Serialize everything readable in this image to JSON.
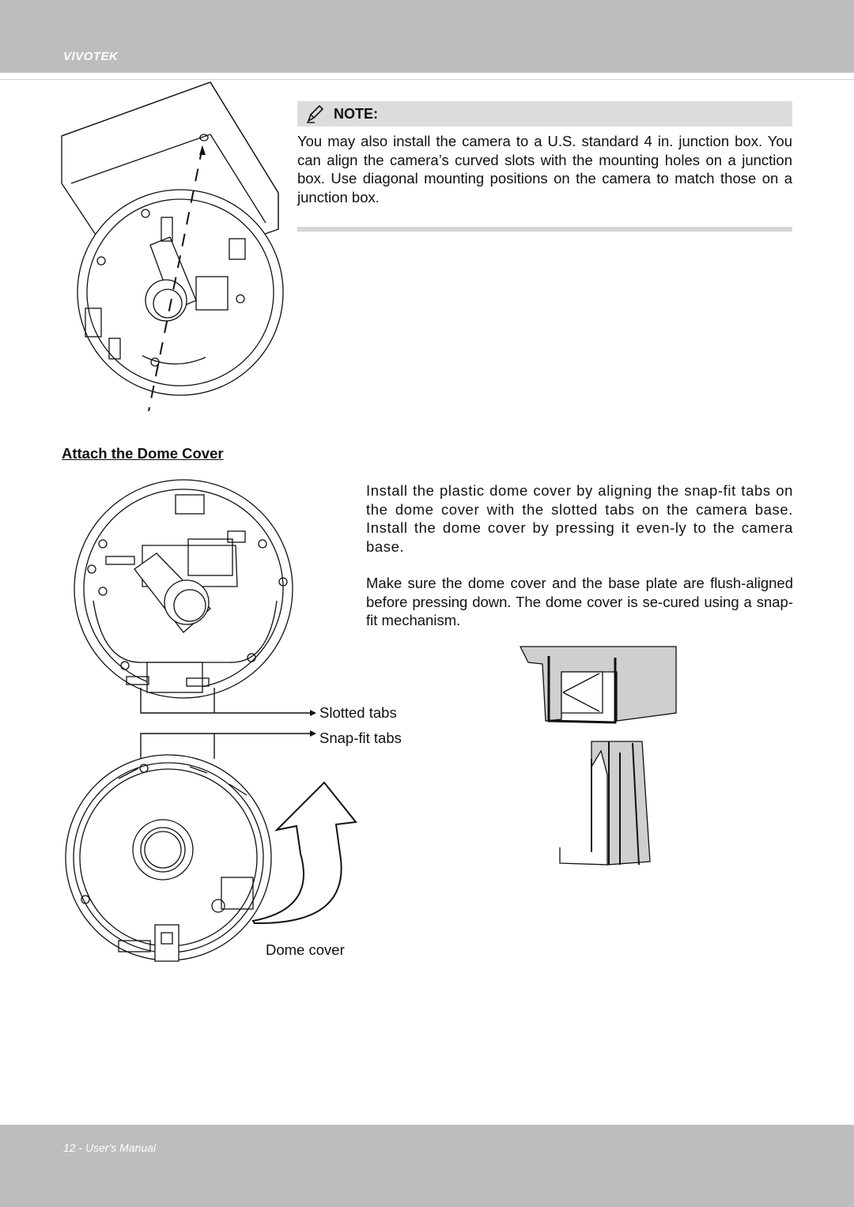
{
  "header": {
    "brand": "VIVOTEK"
  },
  "note": {
    "label": "NOTE:",
    "icon": "pencil-icon",
    "text": "You may also install the camera to a U.S. standard 4 in. junction box. You can align the camera’s curved slots with the mounting holes on a junction box. Use diagonal mounting positions on the camera to match those on a junction box."
  },
  "section": {
    "heading": "Attach the Dome Cover",
    "paragraphs": [
      "Install the plastic dome cover by aligning the snap-fit tabs on the dome cover with the slotted tabs on the camera base. Install the dome cover by pressing it even-ly to the camera base.",
      "Make sure the dome cover and the base plate are flush-aligned before pressing down. The dome cover is se-cured using a snap-fit mechanism."
    ]
  },
  "callouts": {
    "slotted_tabs": "Slotted tabs",
    "snap_fit_tabs": "Snap-fit tabs",
    "dome_cover": "Dome cover"
  },
  "footer": {
    "page": "12 - User's Manual"
  },
  "colors": {
    "bar": "#bdbdbd",
    "note_bg": "#dcdcdc",
    "rule": "#d6d6d6",
    "figure_fill": "#cfcfcf"
  }
}
